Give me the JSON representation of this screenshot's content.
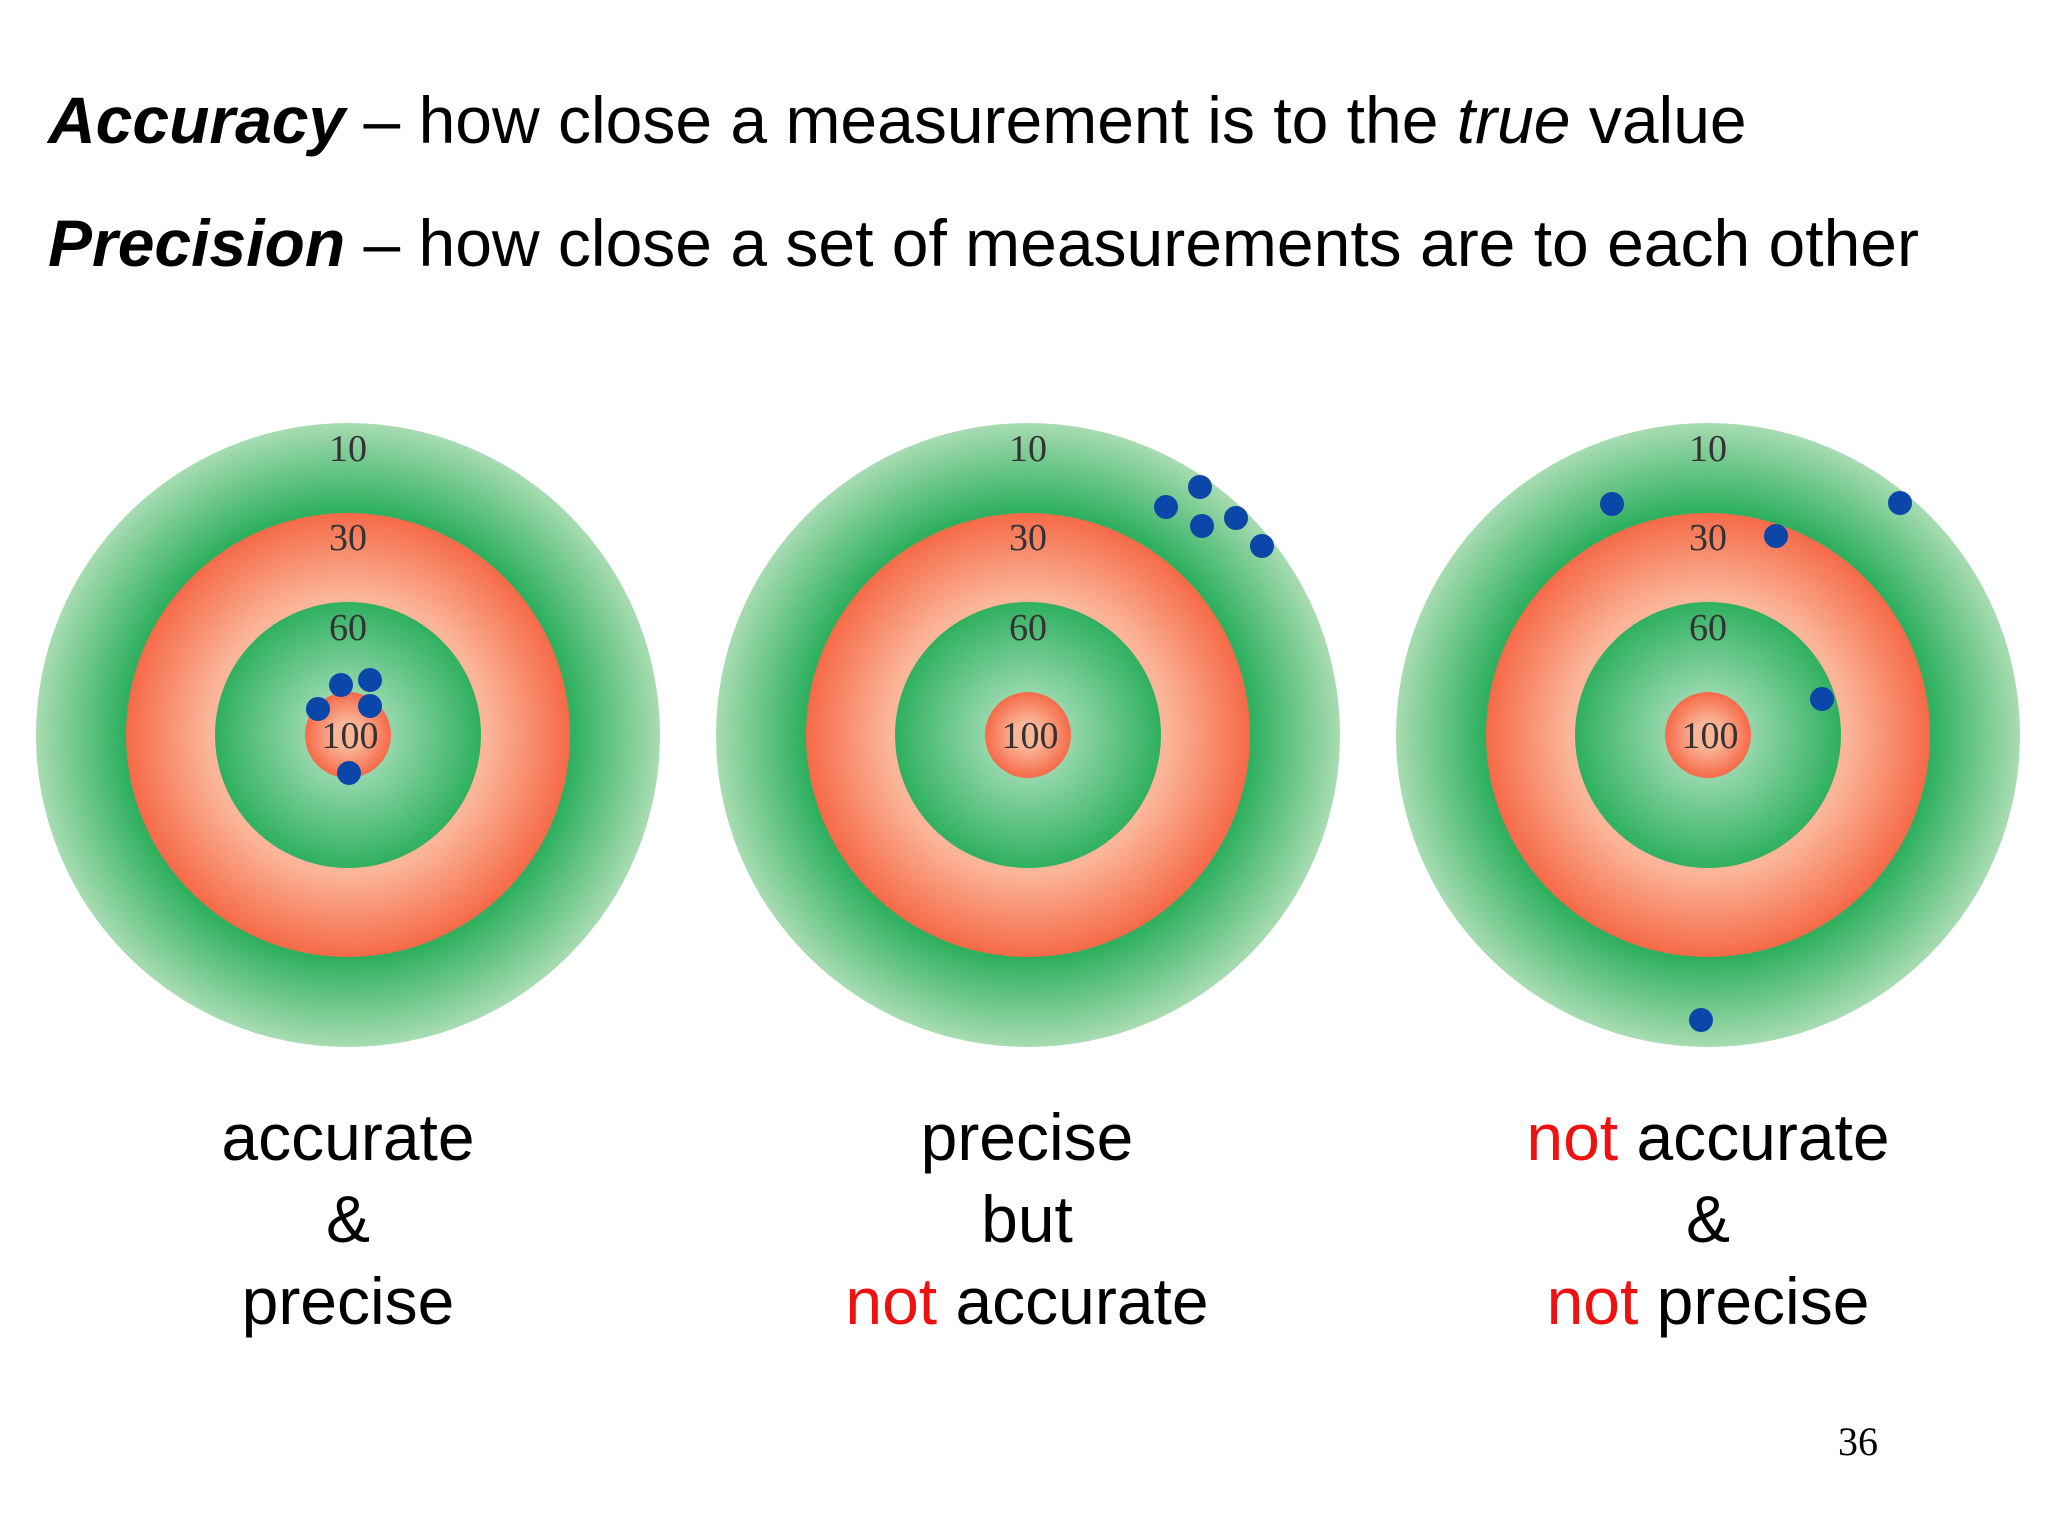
{
  "definitions": {
    "accuracy": {
      "term": "Accuracy",
      "dash": " – how close a measurement is to the ",
      "emphasis": "true",
      "tail": " value"
    },
    "precision": {
      "term": "Precision",
      "rest": " – how close a set of measurements are to each other"
    }
  },
  "targets": [
    {
      "ring_labels": [
        "10",
        "30",
        "60",
        "100"
      ],
      "caption": {
        "line1": "accurate",
        "line2": "&",
        "line3": "precise"
      }
    },
    {
      "ring_labels": [
        "10",
        "30",
        "60",
        "100"
      ],
      "caption": {
        "line1": "precise",
        "line2": "but",
        "line3_neg": "not",
        "line3_rest": " accurate"
      }
    },
    {
      "ring_labels": [
        "10",
        "30",
        "60",
        "100"
      ],
      "caption": {
        "line1_neg": "not",
        "line1_rest": " accurate",
        "line2": "&",
        "line3_neg": "not",
        "line3_rest": " precise"
      }
    }
  ],
  "colors": {
    "green_outer": "#a8dcb2",
    "green_inner": "#2fb05f",
    "red_outer": "#fbb69a",
    "red_inner": "#f56a48",
    "dot": "#0a47a8",
    "negation": "#ee1111"
  },
  "page_number": "36"
}
